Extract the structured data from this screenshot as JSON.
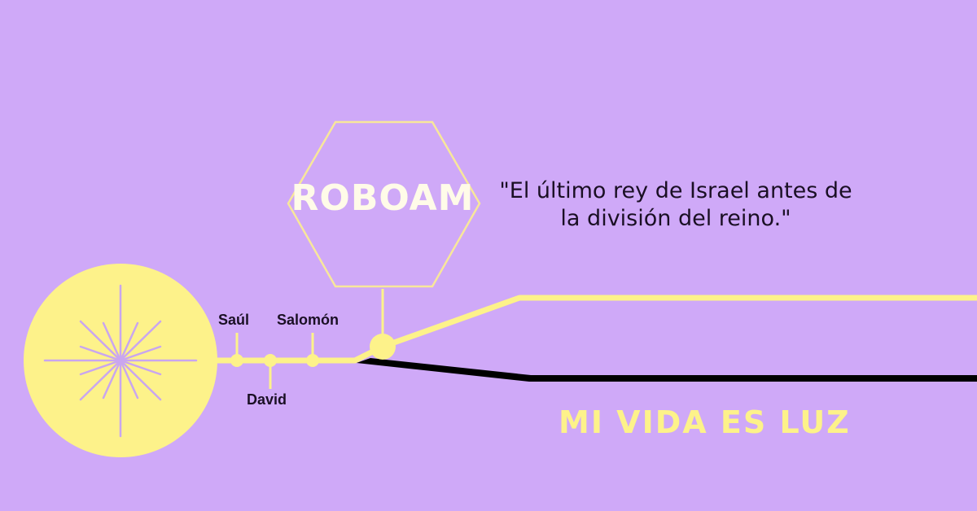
{
  "title": "ROBOAM",
  "quote": {
    "line1": "\"El último rey de Israel antes de",
    "line2": "la división del reino.\""
  },
  "timeline": {
    "labels": [
      {
        "name": "Saúl",
        "position": "above"
      },
      {
        "name": "David",
        "position": "below"
      },
      {
        "name": "Salomón",
        "position": "above"
      }
    ]
  },
  "brand": "MI VIDA ES LUZ",
  "colors": {
    "background": "#cfa9f8",
    "yellow": "#fdf28a",
    "dark": "#000000",
    "star_lines": "#c9a6ef",
    "title_text": "#fffbe8"
  }
}
